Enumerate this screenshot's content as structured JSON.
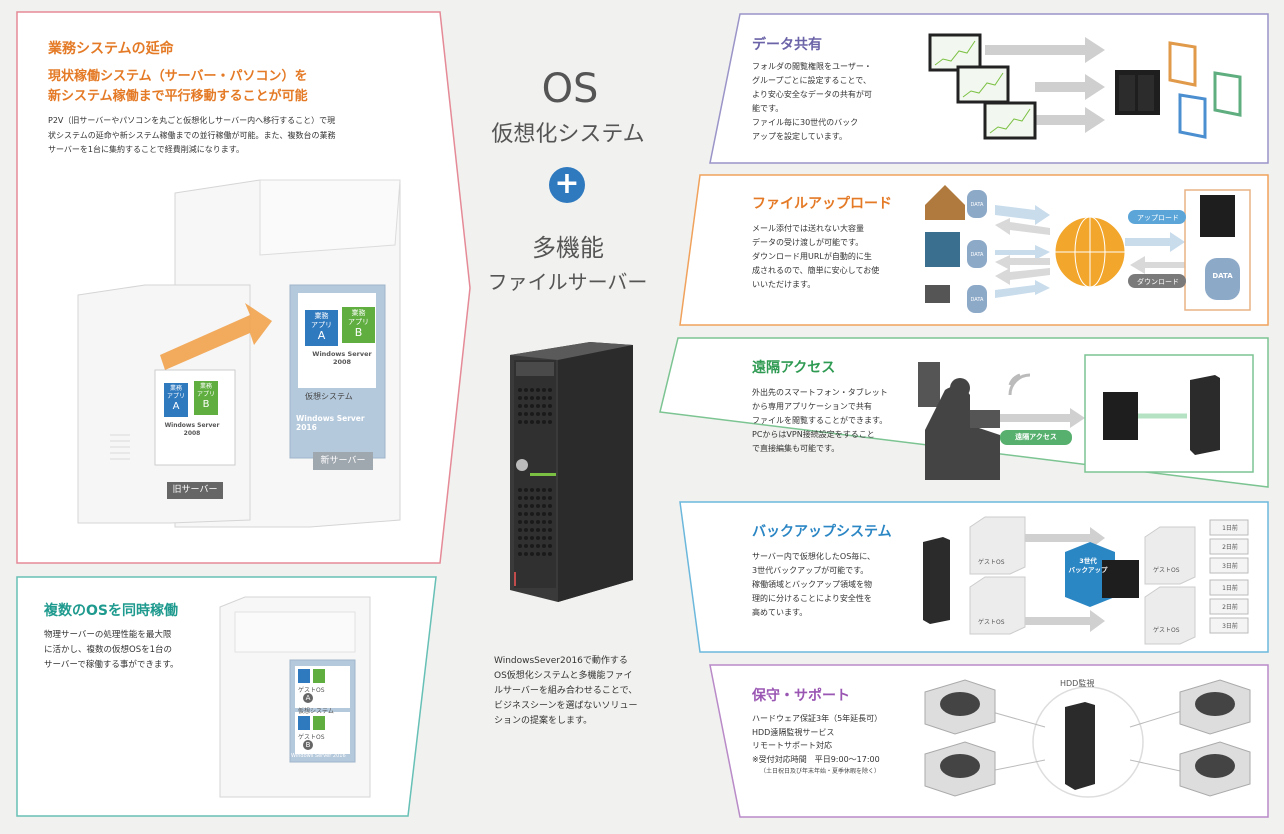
{
  "left_top": {
    "title": "業務システムの延命",
    "subtitle": "現状稼働システム（サーバー・パソコン）を\n新システム稼働まで平行移動することが可能",
    "body": "P2V（旧サーバーやパソコンを丸ごと仮想化しサーバー内へ移行すること）で現\n状システムの延命や新システム稼働までの並行稼働が可能。また、複数台の業務\nサーバーを1台に集約することで経費削減になります。",
    "old_server": "旧サーバー",
    "new_server": "新サーバー",
    "app_line1": "業務",
    "app_line2": "アプリ",
    "app_a": "A",
    "app_b": "B",
    "windows2008": "Windows Server\n2008",
    "virtual_system": "仮想システム",
    "windows2016": "Windows Server 2016"
  },
  "left_bottom": {
    "title": "複数のOSを同時稼働",
    "body": "物理サーバーの処理性能を最大限\nに活かし、複数の仮想OSを1台の\nサーバーで稼働する事ができます。",
    "guest_os": "ゲストOS",
    "os_a": "A",
    "os_b": "B",
    "virtual_system": "仮想システム",
    "windows2016": "Windows Server 2016"
  },
  "center": {
    "heading_os": "OS",
    "heading_virtual": "仮想化システム",
    "plus": "+",
    "heading_multi": "多機能",
    "heading_file": "ファイルサーバー",
    "description": "WindowsSever2016で動作する\nOS仮想化システムと多機能ファイ\nルサーバーを組み合わせることで、\nビジネスシーンを選ばないソリュー\nションの提案をします。"
  },
  "right": {
    "share": {
      "title": "データ共有",
      "body": "フォルダの閲覧権限をユーザー・\nグループごとに設定することで、\nより安心安全なデータの共有が可\n能です。\nファイル毎に30世代のバック\nアップを設定しています。"
    },
    "upload": {
      "title": "ファイルアップロード",
      "body": "メール添付では送れない大容量\nデータの受け渡しが可能です。\nダウンロード用URLが自動的に生\n成されるので、簡単に安心してお使\nいいただけます。",
      "upload_label": "アップロード",
      "download_label": "ダウンロード",
      "data_label": "DATA"
    },
    "remote": {
      "title": "遠隔アクセス",
      "body": "外出先のスマートフォン・タブレット\nから専用アプリケーションで共有\nファイルを閲覧することができます。\nPCからはVPN接続設定をすること\nで直接編集も可能です。",
      "remote_label": "遠隔アクセス"
    },
    "backup": {
      "title": "バックアップシステム",
      "body": "サーバー内で仮想化したOS毎に、\n3世代バックアップが可能です。\n稼働領域とバックアップ領域を物\n理的に分けることにより安全性を\n高めています。",
      "badge": "3世代\nバックアップ",
      "guest_os": "ゲストOS",
      "gen1": "1日前",
      "gen2": "2日前",
      "gen3": "3日前"
    },
    "support": {
      "title": "保守・サポート",
      "body": "ハードウェア保証3年（5年延長可）\nHDD遠隔監視サービス\nリモートサポート対応\n※受付対応時間　平日9:00～17:00",
      "note": "（土日祝日及び年末年始・夏季休暇を除く）",
      "hdd_label": "HDD監視"
    }
  },
  "colors": {
    "pink": "#e58a97",
    "teal": "#67c0b6",
    "purple": "#9a94c8",
    "orange": "#f0a25c",
    "green": "#7cc492",
    "blue": "#6cb8dc",
    "violet": "#b98ac8",
    "center_blue": "#2f79bf"
  }
}
